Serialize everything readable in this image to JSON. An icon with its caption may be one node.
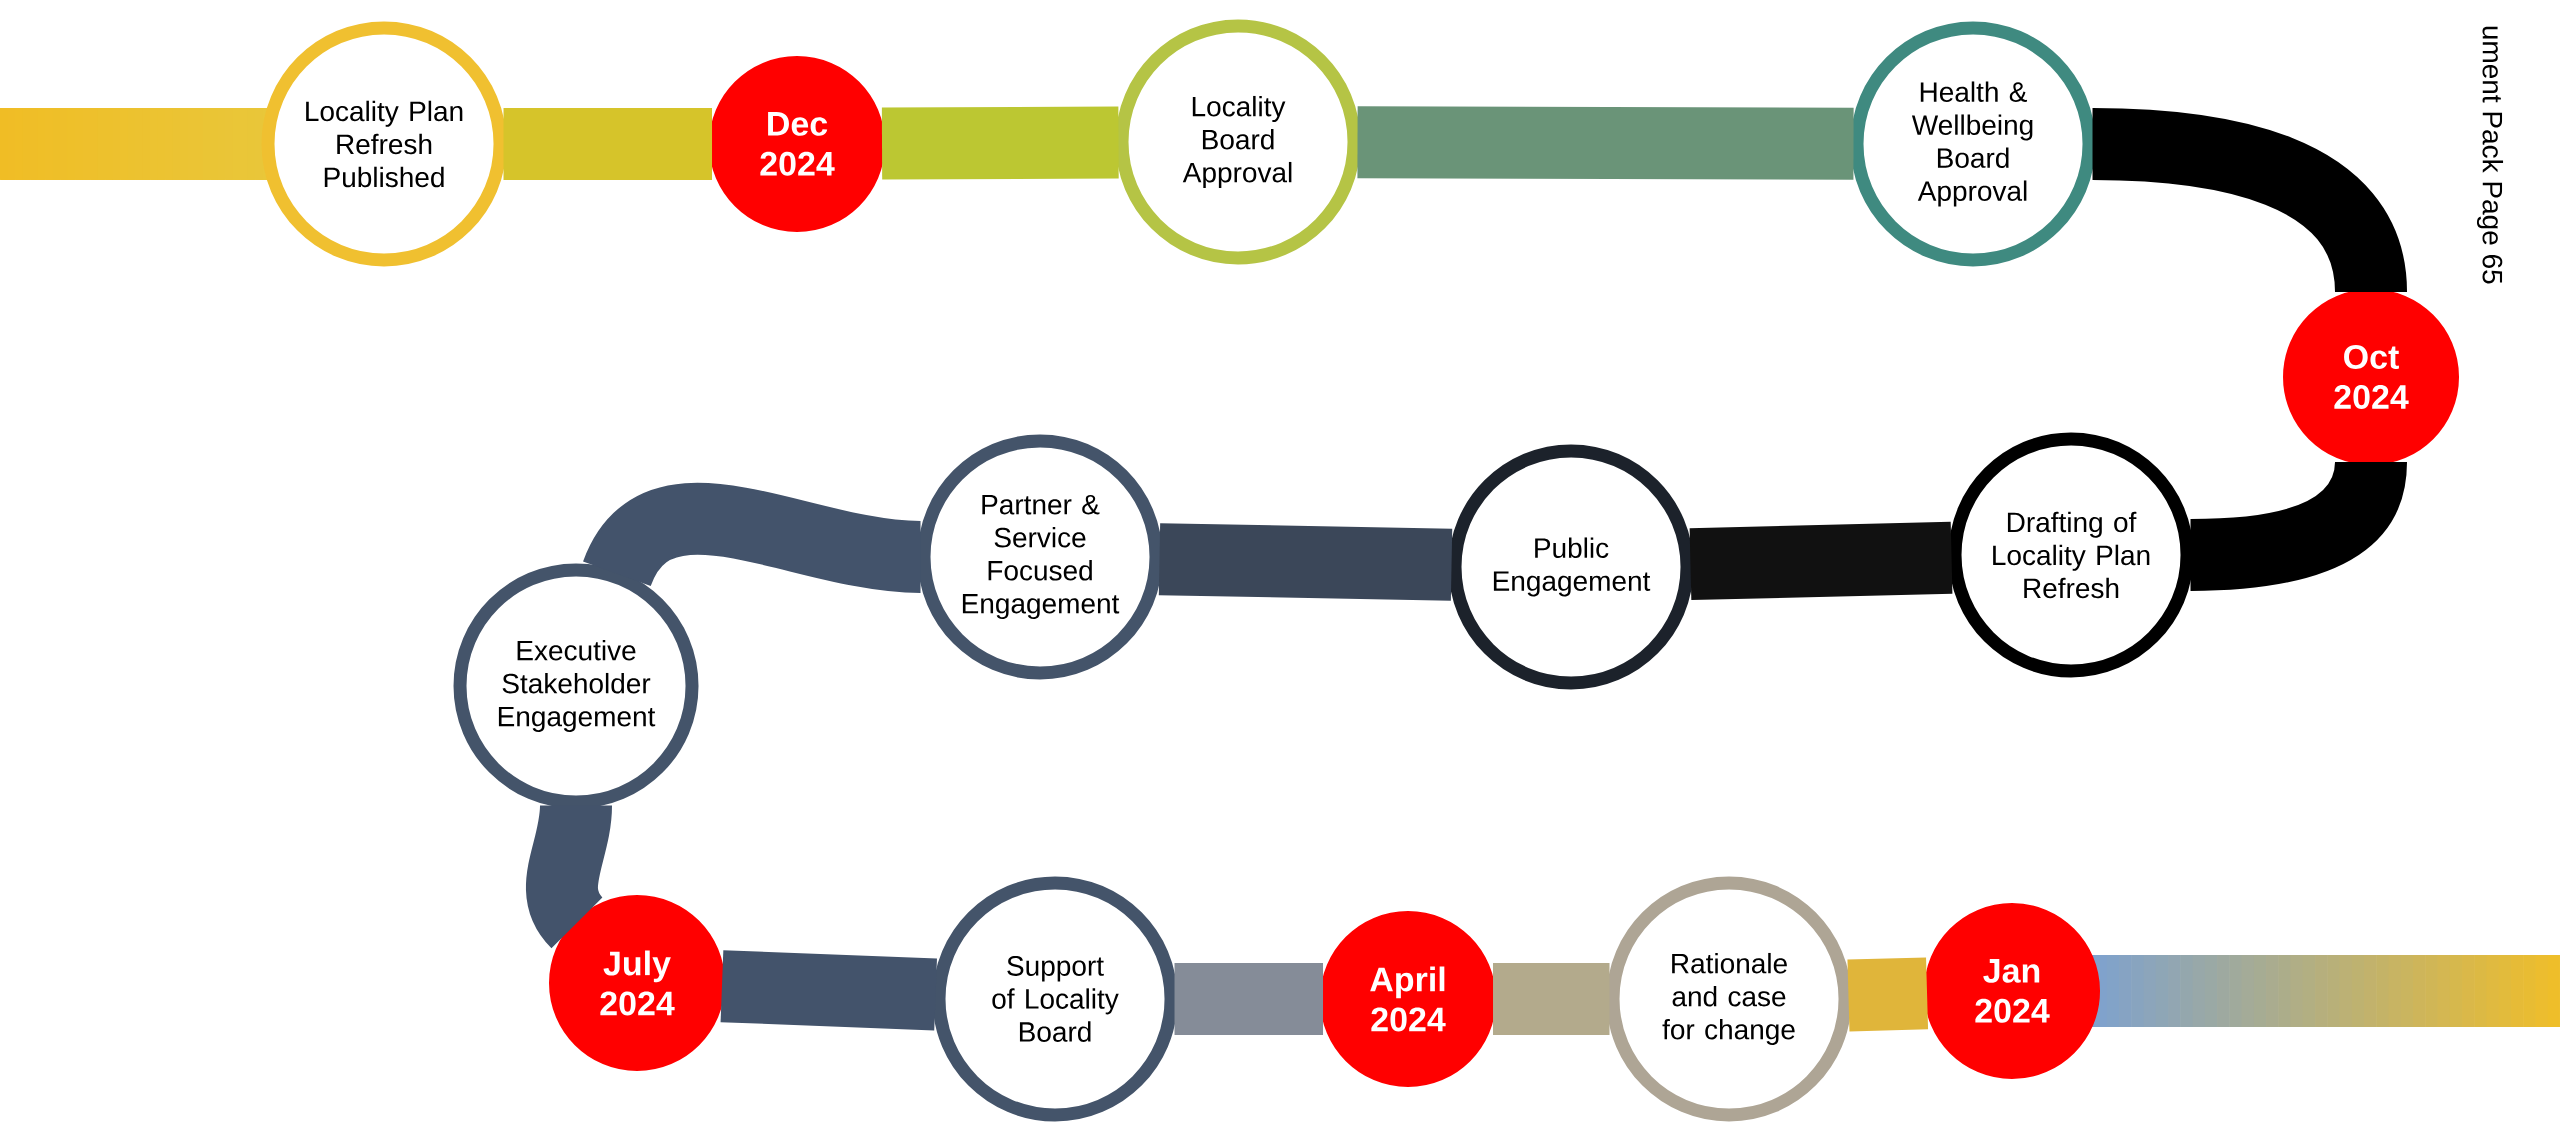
{
  "diagram": {
    "nodes": [
      {
        "text": [
          "Locality Plan Refresh Published"
        ]
      },
      {
        "text": [
          "Dec 2024"
        ]
      },
      {
        "text": [
          "Locality Board Approval"
        ]
      },
      {
        "text": [
          "Health & Wellbeing Board Approval"
        ]
      },
      {
        "text": [
          "Oct 2024"
        ]
      },
      {
        "text": [
          "Partner & Service Focused Engagement"
        ]
      },
      {
        "text": [
          "Public Engagement"
        ]
      },
      {
        "text": [
          "Drafting of Locality Plan Refresh"
        ]
      },
      {
        "text": [
          "Executive Stakeholder Engagement"
        ]
      },
      {
        "text": [
          "July 2024"
        ]
      },
      {
        "text": [
          "Support of Locality Board"
        ]
      },
      {
        "text": [
          "April 2024"
        ]
      },
      {
        "text": [
          "Rationale and case for change"
        ]
      },
      {
        "text": [
          "Jan 2024"
        ]
      }
    ],
    "edges": [
      {
        "from": 13,
        "to": 12,
        "arrow": "none",
        "color": "#e0b53a"
      },
      {
        "from": 12,
        "to": 11,
        "arrow": "none",
        "color": "#b3aa8c"
      },
      {
        "from": 11,
        "to": 10,
        "arrow": "none",
        "color": "#858c98"
      },
      {
        "from": 10,
        "to": 9,
        "arrow": "none",
        "color": "#43536b"
      },
      {
        "from": 9,
        "to": 8,
        "arrow": "none",
        "color": "#43536b"
      },
      {
        "from": 8,
        "to": 5,
        "arrow": "none",
        "color": "#43536b"
      },
      {
        "from": 5,
        "to": 6,
        "arrow": "none",
        "color": "#3b4759"
      },
      {
        "from": 6,
        "to": 7,
        "arrow": "none",
        "color": "#111111"
      },
      {
        "from": 7,
        "to": 4,
        "arrow": "none",
        "color": "#000000"
      },
      {
        "from": 4,
        "to": 3,
        "arrow": "none",
        "color": "#000000"
      },
      {
        "from": 3,
        "to": 2,
        "arrow": "none",
        "color": "#6a9478"
      },
      {
        "from": 2,
        "to": 1,
        "arrow": "none",
        "color": "#bcc732"
      },
      {
        "from": 1,
        "to": 0,
        "arrow": "none",
        "color": "#d6c42a"
      }
    ],
    "labels": [
      "ument Pack Page 65"
    ]
  }
}
